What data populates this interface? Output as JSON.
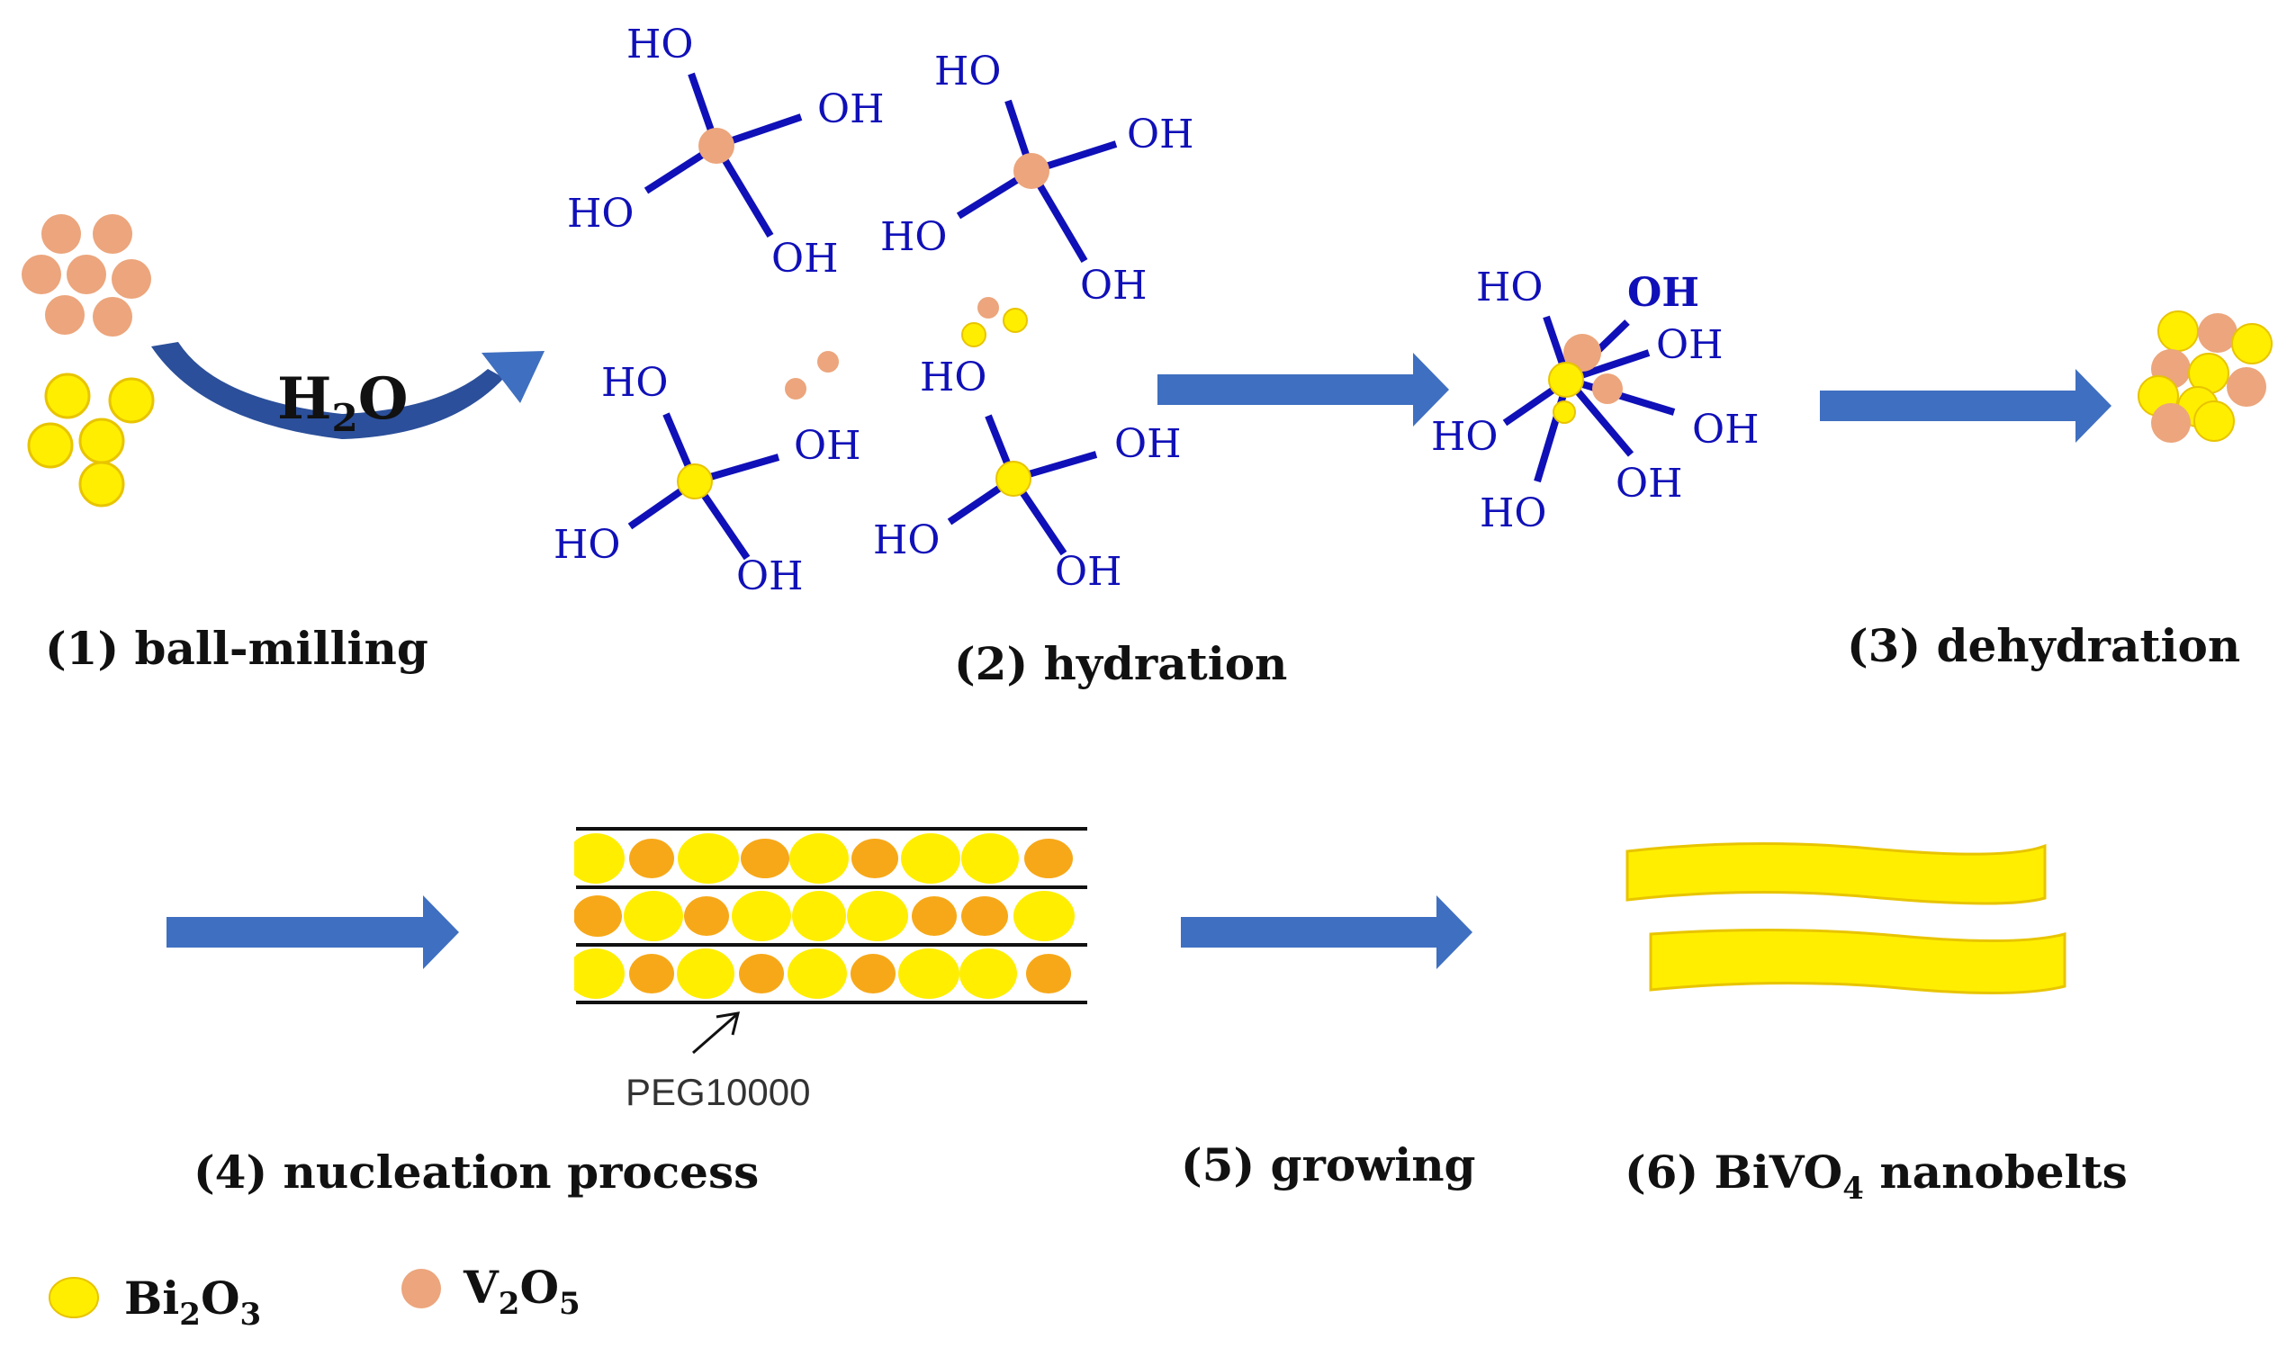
{
  "colors": {
    "bi2o3": "#ffee00",
    "bi2o3_edge": "#e8c400",
    "v2o5": "#eca57c",
    "v2o5_layer": "#f7a818",
    "bond": "#1010b8",
    "arrow": "#3f6fc0",
    "arrow_dark": "#2b4f9a",
    "text": "#111111"
  },
  "reagent": {
    "h2o": "H2O",
    "h2o_parts": {
      "main": "H",
      "sub": "2",
      "tail": "O"
    }
  },
  "hydroxyl": {
    "ho": "HO",
    "oh": "OH"
  },
  "steps": [
    {
      "id": 1,
      "label": "(1) ball-milling"
    },
    {
      "id": 2,
      "label": "(2) hydration"
    },
    {
      "id": 3,
      "label": "(3) dehydration"
    },
    {
      "id": 4,
      "label": "(4) nucleation process"
    },
    {
      "id": 5,
      "label": "(5) growing"
    },
    {
      "id": 6,
      "label": "(6) BiVO4 nanobelts",
      "parts": {
        "pre": "(6) BiVO",
        "sub": "4",
        "post": " nanobelts"
      }
    }
  ],
  "annotation": {
    "peg": "PEG10000"
  },
  "legend": [
    {
      "formula": "Bi2O3",
      "parts": [
        "Bi",
        "2",
        "O",
        "3"
      ],
      "color_key": "bi2o3"
    },
    {
      "formula": "V2O5",
      "parts": [
        "V",
        "2",
        "O",
        "5"
      ],
      "color_key": "v2o5"
    }
  ]
}
